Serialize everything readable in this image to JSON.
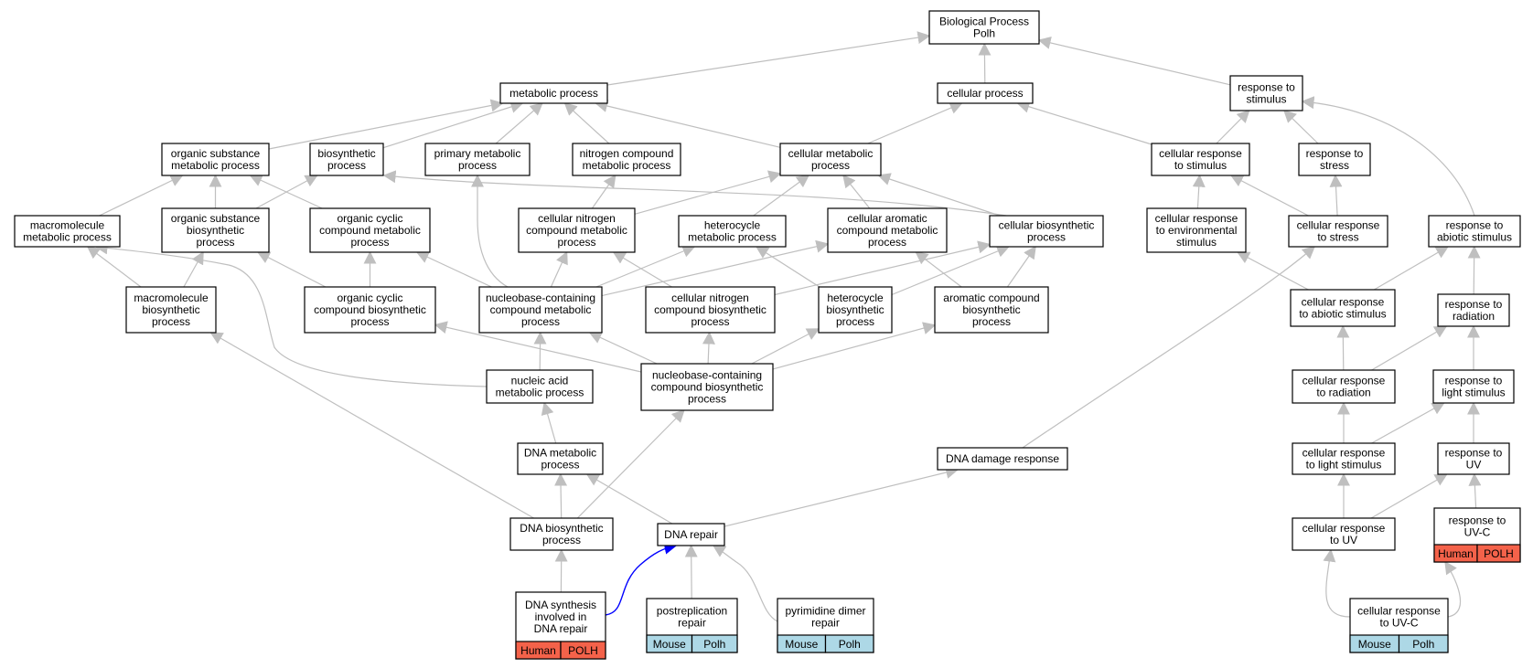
{
  "colors": {
    "edge": "#bfbfbf",
    "highlight_edge": "#0000ff",
    "node_border": "#000000",
    "node_fill": "#ffffff",
    "human_tag": "#f4624a",
    "mouse_tag": "#add8e6"
  },
  "nodes": {
    "bp": {
      "lines": [
        "Biological Process",
        "Polh"
      ]
    },
    "metabolic": {
      "lines": [
        "metabolic process"
      ]
    },
    "cellular": {
      "lines": [
        "cellular process"
      ]
    },
    "resp_stim": {
      "lines": [
        "response to",
        "stimulus"
      ]
    },
    "org_sub_met": {
      "lines": [
        "organic substance",
        "metabolic process"
      ]
    },
    "biosynth": {
      "lines": [
        "biosynthetic",
        "process"
      ]
    },
    "prim_met": {
      "lines": [
        "primary metabolic",
        "process"
      ]
    },
    "nitro_met": {
      "lines": [
        "nitrogen compound",
        "metabolic process"
      ]
    },
    "cell_met": {
      "lines": [
        "cellular metabolic",
        "process"
      ]
    },
    "cell_resp_stim": {
      "lines": [
        "cellular response",
        "to stimulus"
      ]
    },
    "resp_stress": {
      "lines": [
        "response to",
        "stress"
      ]
    },
    "macro_met": {
      "lines": [
        "macromolecule",
        "metabolic process"
      ]
    },
    "org_sub_bio": {
      "lines": [
        "organic substance",
        "biosynthetic",
        "process"
      ]
    },
    "org_cyc_met": {
      "lines": [
        "organic cyclic",
        "compound metabolic",
        "process"
      ]
    },
    "cell_nitro_met": {
      "lines": [
        "cellular nitrogen",
        "compound metabolic",
        "process"
      ]
    },
    "hetero_met": {
      "lines": [
        "heterocycle",
        "metabolic process"
      ]
    },
    "cell_arom_met": {
      "lines": [
        "cellular aromatic",
        "compound metabolic",
        "process"
      ]
    },
    "cell_bio": {
      "lines": [
        "cellular biosynthetic",
        "process"
      ]
    },
    "cell_resp_env": {
      "lines": [
        "cellular response",
        "to environmental",
        "stimulus"
      ]
    },
    "cell_resp_stress": {
      "lines": [
        "cellular response",
        "to stress"
      ]
    },
    "resp_abiotic": {
      "lines": [
        "response to",
        "abiotic stimulus"
      ]
    },
    "macro_bio": {
      "lines": [
        "macromolecule",
        "biosynthetic",
        "process"
      ]
    },
    "org_cyc_bio": {
      "lines": [
        "organic cyclic",
        "compound biosynthetic",
        "process"
      ]
    },
    "nb_met": {
      "lines": [
        "nucleobase-containing",
        "compound metabolic",
        "process"
      ]
    },
    "cell_nitro_bio": {
      "lines": [
        "cellular nitrogen",
        "compound biosynthetic",
        "process"
      ]
    },
    "hetero_bio": {
      "lines": [
        "heterocycle",
        "biosynthetic",
        "process"
      ]
    },
    "arom_bio": {
      "lines": [
        "aromatic compound",
        "biosynthetic",
        "process"
      ]
    },
    "cell_resp_abiotic": {
      "lines": [
        "cellular response",
        "to abiotic stimulus"
      ]
    },
    "resp_rad": {
      "lines": [
        "response to",
        "radiation"
      ]
    },
    "nuc_met": {
      "lines": [
        "nucleic acid",
        "metabolic process"
      ]
    },
    "nb_bio": {
      "lines": [
        "nucleobase-containing",
        "compound biosynthetic",
        "process"
      ]
    },
    "cell_resp_rad": {
      "lines": [
        "cellular response",
        "to radiation"
      ]
    },
    "resp_light": {
      "lines": [
        "response to",
        "light stimulus"
      ]
    },
    "dna_met": {
      "lines": [
        "DNA metabolic",
        "process"
      ]
    },
    "dna_damage": {
      "lines": [
        "DNA damage response"
      ]
    },
    "cell_resp_light": {
      "lines": [
        "cellular response",
        "to light stimulus"
      ]
    },
    "resp_uv": {
      "lines": [
        "response to",
        "UV"
      ]
    },
    "dna_bio": {
      "lines": [
        "DNA biosynthetic",
        "process"
      ]
    },
    "dna_repair": {
      "lines": [
        "DNA repair"
      ]
    },
    "cell_resp_uv": {
      "lines": [
        "cellular response",
        "to UV"
      ]
    },
    "resp_uvc": {
      "lines": [
        "response to",
        "UV-C"
      ],
      "tags": [
        "Human",
        "POLH"
      ]
    },
    "dna_synth_repair": {
      "lines": [
        "DNA synthesis",
        "involved in",
        "DNA repair"
      ],
      "tags": [
        "Human",
        "POLH"
      ]
    },
    "postrep": {
      "lines": [
        "postreplication",
        "repair"
      ],
      "tags": [
        "Mouse",
        "Polh"
      ]
    },
    "pyr_dimer": {
      "lines": [
        "pyrimidine dimer",
        "repair"
      ],
      "tags": [
        "Mouse",
        "Polh"
      ]
    },
    "cell_resp_uvc": {
      "lines": [
        "cellular response",
        "to UV-C"
      ],
      "tags": [
        "Mouse",
        "Polh"
      ]
    }
  },
  "edges": [
    [
      "metabolic",
      "bp"
    ],
    [
      "cellular",
      "bp"
    ],
    [
      "resp_stim",
      "bp"
    ],
    [
      "org_sub_met",
      "metabolic"
    ],
    [
      "biosynth",
      "metabolic"
    ],
    [
      "prim_met",
      "metabolic"
    ],
    [
      "nitro_met",
      "metabolic"
    ],
    [
      "cell_met",
      "metabolic"
    ],
    [
      "cell_met",
      "cellular"
    ],
    [
      "cell_resp_stim",
      "cellular"
    ],
    [
      "cell_resp_stim",
      "resp_stim"
    ],
    [
      "resp_stress",
      "resp_stim"
    ],
    [
      "resp_abiotic",
      "resp_stim"
    ],
    [
      "macro_met",
      "org_sub_met"
    ],
    [
      "org_sub_bio",
      "org_sub_met"
    ],
    [
      "org_cyc_met",
      "org_sub_met"
    ],
    [
      "org_sub_bio",
      "biosynth"
    ],
    [
      "cell_bio",
      "biosynth"
    ],
    [
      "nb_met",
      "prim_met"
    ],
    [
      "cell_nitro_met",
      "nitro_met"
    ],
    [
      "cell_nitro_met",
      "cell_met"
    ],
    [
      "hetero_met",
      "cell_met"
    ],
    [
      "cell_arom_met",
      "cell_met"
    ],
    [
      "cell_bio",
      "cell_met"
    ],
    [
      "cell_resp_env",
      "cell_resp_stim"
    ],
    [
      "cell_resp_stress",
      "cell_resp_stim"
    ],
    [
      "cell_resp_stress",
      "resp_stress"
    ],
    [
      "macro_bio",
      "macro_met"
    ],
    [
      "nuc_met",
      "macro_met"
    ],
    [
      "macro_bio",
      "org_sub_bio"
    ],
    [
      "org_cyc_bio",
      "org_sub_bio"
    ],
    [
      "org_cyc_bio",
      "org_cyc_met"
    ],
    [
      "nb_met",
      "org_cyc_met"
    ],
    [
      "nb_met",
      "cell_nitro_met"
    ],
    [
      "cell_nitro_bio",
      "cell_nitro_met"
    ],
    [
      "nb_met",
      "hetero_met"
    ],
    [
      "hetero_bio",
      "hetero_met"
    ],
    [
      "nb_met",
      "cell_arom_met"
    ],
    [
      "arom_bio",
      "cell_arom_met"
    ],
    [
      "cell_nitro_bio",
      "cell_bio"
    ],
    [
      "hetero_bio",
      "cell_bio"
    ],
    [
      "arom_bio",
      "cell_bio"
    ],
    [
      "cell_resp_abiotic",
      "cell_resp_env"
    ],
    [
      "dna_damage",
      "cell_resp_stress"
    ],
    [
      "cell_resp_abiotic",
      "resp_abiotic"
    ],
    [
      "resp_rad",
      "resp_abiotic"
    ],
    [
      "nb_bio",
      "org_cyc_bio"
    ],
    [
      "nuc_met",
      "nb_met"
    ],
    [
      "nb_bio",
      "nb_met"
    ],
    [
      "nb_bio",
      "cell_nitro_bio"
    ],
    [
      "nb_bio",
      "hetero_bio"
    ],
    [
      "nb_bio",
      "arom_bio"
    ],
    [
      "cell_resp_rad",
      "cell_resp_abiotic"
    ],
    [
      "cell_resp_rad",
      "resp_rad"
    ],
    [
      "resp_light",
      "resp_rad"
    ],
    [
      "dna_met",
      "nuc_met"
    ],
    [
      "dna_bio",
      "nb_bio"
    ],
    [
      "cell_resp_light",
      "cell_resp_rad"
    ],
    [
      "cell_resp_light",
      "resp_light"
    ],
    [
      "resp_uv",
      "resp_light"
    ],
    [
      "dna_bio",
      "dna_met"
    ],
    [
      "dna_repair",
      "dna_met"
    ],
    [
      "dna_repair",
      "dna_damage"
    ],
    [
      "dna_bio",
      "macro_bio"
    ],
    [
      "cell_resp_uv",
      "cell_resp_light"
    ],
    [
      "cell_resp_uv",
      "resp_uv"
    ],
    [
      "resp_uvc",
      "resp_uv"
    ],
    [
      "dna_synth_repair",
      "dna_bio"
    ],
    [
      "dna_synth_repair",
      "dna_repair",
      "highlight"
    ],
    [
      "postrep",
      "dna_repair"
    ],
    [
      "pyr_dimer",
      "dna_repair"
    ],
    [
      "cell_resp_uvc",
      "cell_resp_uv"
    ],
    [
      "cell_resp_uvc",
      "resp_uvc"
    ]
  ]
}
